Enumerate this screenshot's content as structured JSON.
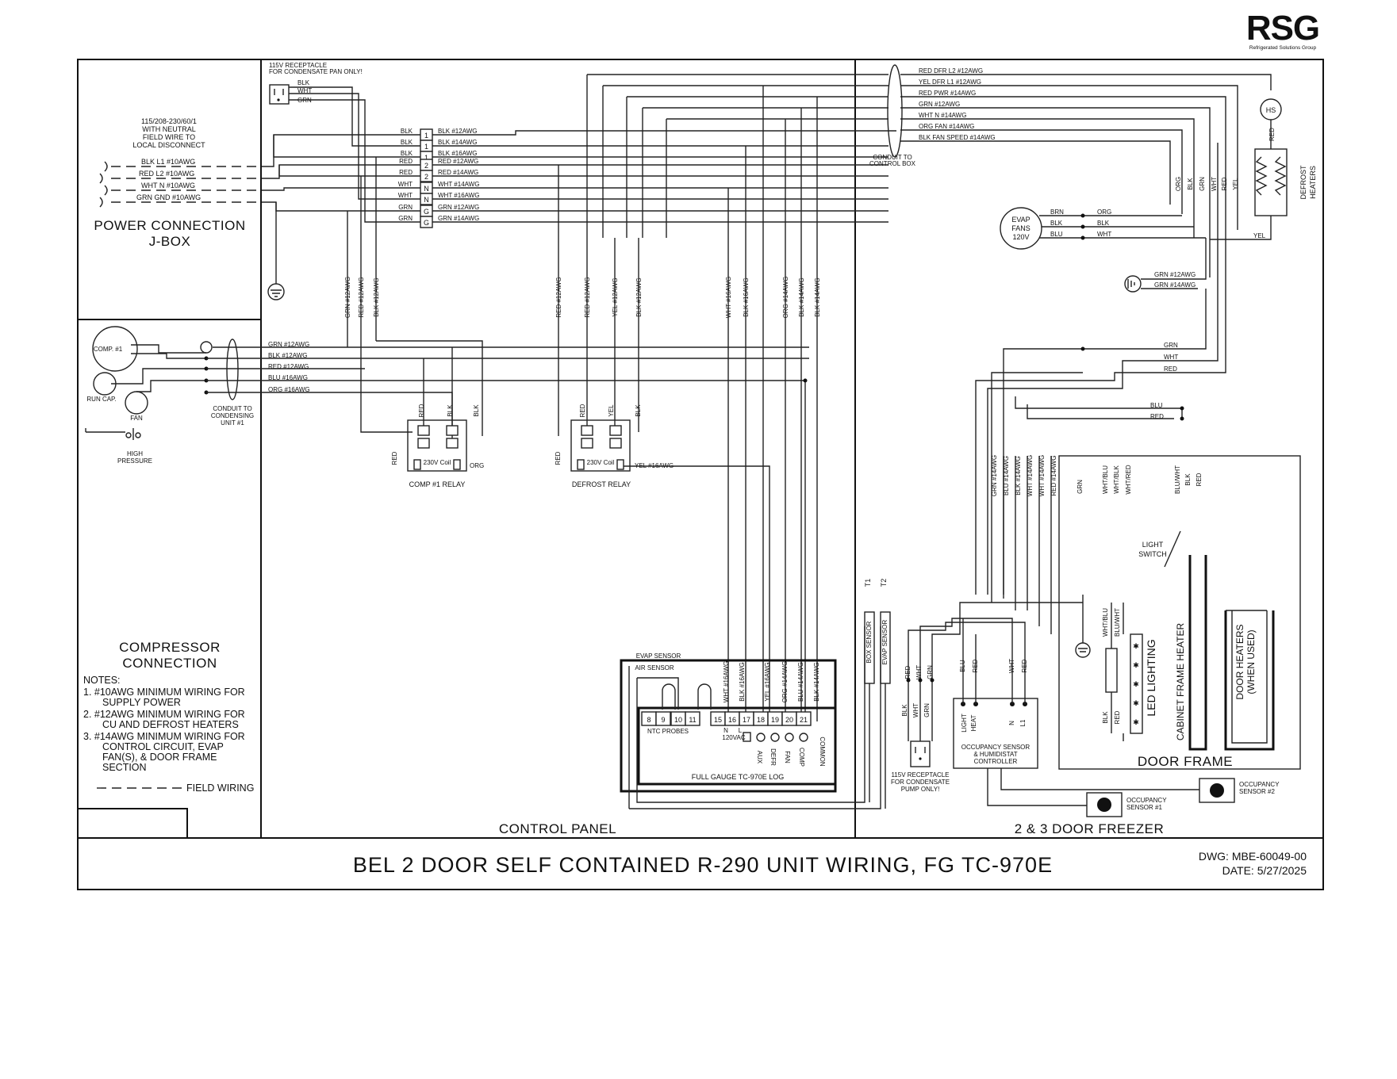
{
  "brand": {
    "logo_text": "RSG",
    "logo_tagline": "Refrigerated Solutions Group",
    "logo_color": "#111111"
  },
  "title_block": {
    "title": "BEL 2 DOOR SELF CONTAINED R-290 UNIT WIRING, FG TC-970E",
    "dwg": "DWG: MBE-60049-00",
    "date": "DATE: 5/27/2025"
  },
  "sections": {
    "power_connection_1": "POWER CONNECTION",
    "power_connection_2": "J-BOX",
    "compressor_connection_1": "COMPRESSOR",
    "compressor_connection_2": "CONNECTION",
    "control_panel": "CONTROL PANEL",
    "freezer": "2 & 3 DOOR FREEZER",
    "door_frame": "DOOR FRAME"
  },
  "supply": {
    "line1": "115/208-230/60/1",
    "line2": "WITH NEUTRAL",
    "line3": "FIELD WIRE TO",
    "line4": "LOCAL DISCONNECT",
    "wires": [
      "BLK L1 #10AWG",
      "RED L2 #10AWG",
      "WHT N #10AWG",
      "GRN GND #10AWG"
    ]
  },
  "receptacle_top": {
    "line1": "115V RECEPTACLE",
    "line2": "FOR CONDENSATE PAN ONLY!",
    "wires": [
      "BLK",
      "WHT",
      "GRN"
    ]
  },
  "terminal_block": {
    "labels": [
      "1",
      "1",
      "1",
      "2",
      "2",
      "N",
      "N",
      "G",
      "G"
    ],
    "left_colors": [
      "BLK",
      "BLK",
      "BLK",
      "RED",
      "RED",
      "WHT",
      "WHT",
      "GRN",
      "GRN"
    ],
    "right_wires": [
      "BLK #12AWG",
      "BLK #14AWG",
      "BLK #16AWG",
      "RED #12AWG",
      "RED #14AWG",
      "WHT #14AWG",
      "WHT #16AWG",
      "GRN #12AWG",
      "GRN #14AWG"
    ]
  },
  "drops": {
    "left": [
      "GRN #12AWG",
      "RED #12AWG",
      "BLK #12AWG"
    ],
    "defrost": [
      "RED #12AWG",
      "RED #12AWG",
      "YEL #12AWG",
      "BLK #12AWG"
    ],
    "ctrl": [
      "WHT #16AWG",
      "BLK #16AWG"
    ],
    "ctrl2": [
      "ORG #14AWG",
      "BLK #14AWG",
      "BLK #14AWG"
    ]
  },
  "compressor": {
    "comp_label": "COMP. #1",
    "run_cap": "RUN CAP.",
    "fan": "FAN",
    "high_pressure_1": "HIGH",
    "high_pressure_2": "PRESSURE",
    "wires": [
      "GRN #12AWG",
      "BLK #12AWG",
      "RED #12AWG",
      "BLU #16AWG",
      "ORG #16AWG"
    ],
    "conduit_1": "CONDUIT TO",
    "conduit_2": "CONDENSING",
    "conduit_3": "UNIT #1"
  },
  "relays": {
    "comp": {
      "name": "COMP #1 RELAY",
      "coil": "230V Coil",
      "top": [
        "RED",
        "BLK",
        "BLK"
      ],
      "side_left": "RED",
      "side_right": "ORG"
    },
    "defrost": {
      "name": "DEFROST RELAY",
      "coil": "230V Coil",
      "top": [
        "RED",
        "YEL",
        "BLK"
      ],
      "side_left": "RED",
      "side_right": "YEL #16AWG"
    }
  },
  "controller": {
    "name": "FULL GAUGE TC-970E LOG",
    "evap_sensor": "EVAP SENSOR",
    "air_sensor": "AIR SENSOR",
    "terminals": [
      "8",
      "9",
      "10",
      "11",
      "15",
      "16",
      "17",
      "18",
      "19",
      "20",
      "21"
    ],
    "ntc": "NTC PROBES",
    "n": "N",
    "l": "L",
    "vac": "120VAC",
    "aux": "AUX",
    "defr": "DEFR",
    "fan": "FAN",
    "comp": "COMP",
    "common": "COMMON",
    "top_wires": [
      "WHT #16AWG",
      "BLK #16AWG",
      "YEL #16AWG",
      "ORG #14AWG",
      "BLU #14AWG",
      "BLK #14AWG"
    ]
  },
  "probes": {
    "t1": "T1",
    "t2": "T2",
    "box": "BOX SENSOR",
    "evap": "EVAP SENSOR"
  },
  "conduit_box": {
    "line1": "CONDUIT TO",
    "line2": "CONTROL BOX",
    "wires": [
      "RED DFR L2 #12AWG",
      "YEL DFR L1 #12AWG",
      "RED PWR #14AWG",
      "GRN #12AWG",
      "WHT N #14AWG",
      "ORG FAN #14AWG",
      "BLK FAN SPEED #14AWG"
    ]
  },
  "right_vertical": [
    "ORG",
    "BLK",
    "GRN",
    "WHT",
    "RED",
    "YEL"
  ],
  "heaters": {
    "hs": "HS",
    "red": "RED",
    "yel": "YEL",
    "label_1": "DEFROST",
    "label_2": "HEATERS"
  },
  "evap_fans": {
    "line1": "EVAP",
    "line2": "FANS",
    "line3": "120V",
    "left": [
      "BRN",
      "BLK",
      "BLU"
    ],
    "right": [
      "ORG",
      "BLK",
      "WHT"
    ]
  },
  "ground_right": [
    "GRN #12AWG",
    "GRN #14AWG"
  ],
  "freezer_bus": [
    "GRN",
    "WHT",
    "RED",
    "BLU",
    "RED"
  ],
  "freezer_drops": [
    "GRN #14AWG",
    "BLU #14AWG",
    "BLK #14AWG",
    "WHT #14AWG",
    "WHT #14AWG",
    "RED #14AWG"
  ],
  "door": {
    "grn": "GRN",
    "wht_blu": "WHT/BLU",
    "wht_blk": "WHT/BLK",
    "wht_red": "WHT/RED",
    "blu_wht": "BLU/WHT",
    "blk": "BLK",
    "red": "RED",
    "light_switch_1": "LIGHT",
    "light_switch_2": "SWITCH",
    "led_lighting": "LED LIGHTING",
    "cabinet_heater": "CABINET FRAME HEATER",
    "door_heaters_1": "DOOR HEATERS",
    "door_heaters_2": "(WHEN USED)",
    "led_wht_blu": "WHT/BLU",
    "led_blu_wht": "BLU/WHT",
    "led_blk": "BLK",
    "led_red": "RED"
  },
  "occupancy": {
    "ctrl_1": "OCCUPANCY SENSOR",
    "ctrl_2": "& HUMIDISTAT",
    "ctrl_3": "CONTROLLER",
    "light": "LIGHT",
    "heat": "HEAT",
    "n": "N",
    "l1": "L1",
    "top": [
      "BLU",
      "RED",
      "WHT",
      "RED"
    ],
    "sensor1_1": "OCCUPANCY",
    "sensor1_2": "SENSOR #1",
    "sensor2_1": "OCCUPANCY",
    "sensor2_2": "SENSOR #2"
  },
  "receptacle_bottom": {
    "top": [
      "RED",
      "WHT",
      "GRN"
    ],
    "bottom": [
      "BLK",
      "WHT",
      "GRN"
    ],
    "line1": "115V RECEPTACLE",
    "line2": "FOR CONDENSATE",
    "line3": "PUMP ONLY!"
  },
  "notes": {
    "heading": "NOTES:",
    "n1a": "1.  #10AWG MINIMUM WIRING FOR",
    "n1b": "SUPPLY POWER",
    "n2a": "2.  #12AWG MINIMUM WIRING FOR",
    "n2b": "CU AND DEFROST HEATERS",
    "n3a": "3.  #14AWG MINIMUM WIRING FOR",
    "n3b": "CONTROL CIRCUIT, EVAP",
    "n3c": "FAN(S), & DOOR FRAME",
    "n3d": "SECTION",
    "legend": "FIELD WIRING"
  }
}
